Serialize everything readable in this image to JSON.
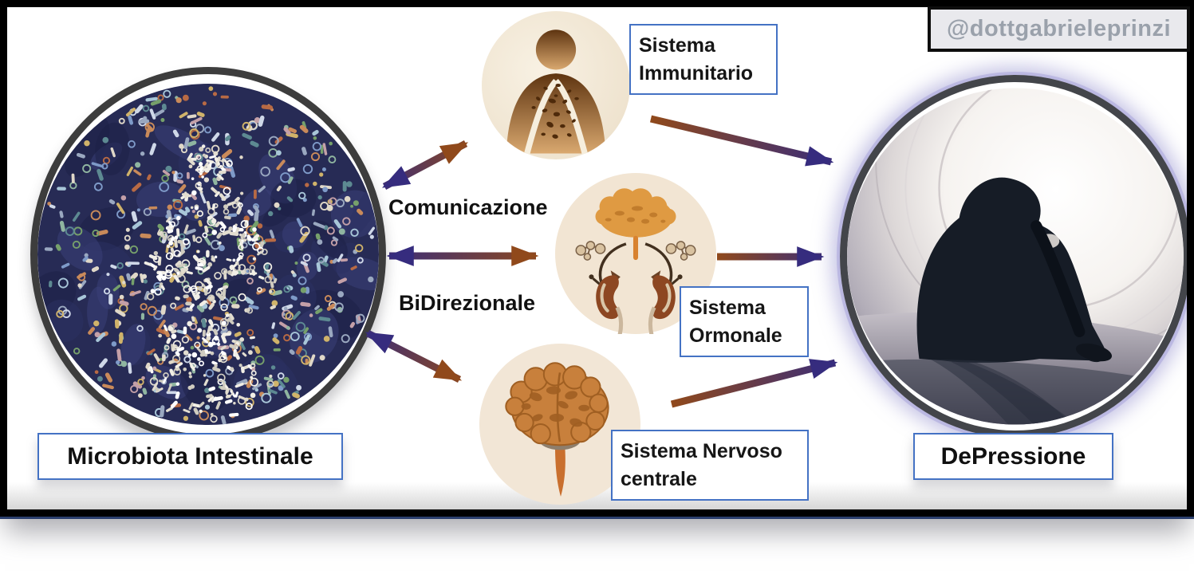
{
  "watermark": {
    "text": "@dottgabrieleprinzi"
  },
  "nodes": {
    "microbiota": {
      "label": "Microbiota Intestinale",
      "image": "gut-microbiota-bacteria-human-silhouette-photo"
    },
    "depressione": {
      "label": "DePressione",
      "image": "depressed-person-in-tunnel-photo"
    }
  },
  "center": {
    "line1": "Comunicazione",
    "line2": "BiDirezionale"
  },
  "systems": [
    {
      "label": "Sistema Immunitario",
      "icon": "immune-system-person-icon"
    },
    {
      "label": "Sistema Ormonale",
      "icon": "brain-kidneys-hormones-icon"
    },
    {
      "label": "Sistema Nervoso centrale",
      "icon": "brain-icon"
    }
  ],
  "colors": {
    "arrow_blue": "#362c7e",
    "arrow_brown": "#90491b",
    "label_border": "#4472c4",
    "frame_border": "#000000",
    "frame_outline": "#2b3f6e",
    "beige_circle": "#f3e8d7",
    "watermark_text": "#9aa1ab"
  }
}
